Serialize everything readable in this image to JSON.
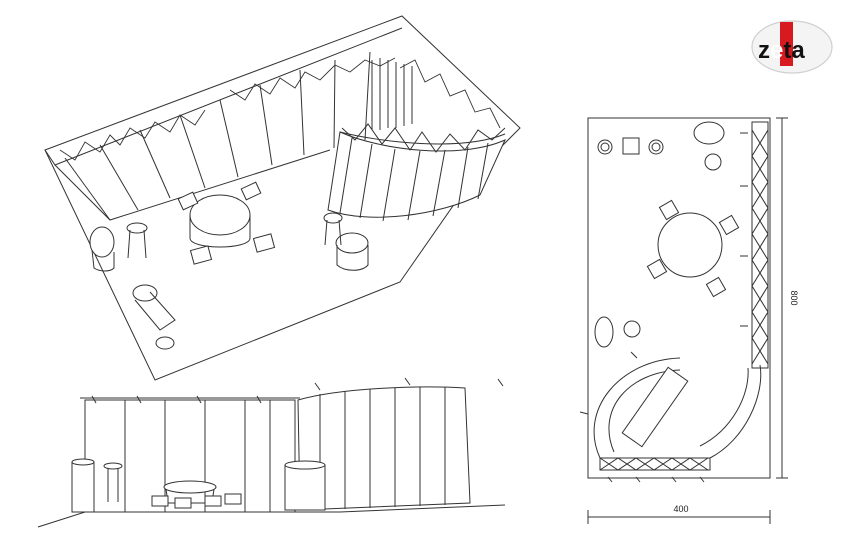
{
  "logo": {
    "text_pre": "z",
    "text_accent": "e",
    "text_post": "ta",
    "accent_color": "#d71920",
    "text_color": "#111111"
  },
  "dimensions": {
    "width_label": "400",
    "depth_label": "800"
  },
  "colors": {
    "line": "#333333",
    "background": "#ffffff"
  }
}
